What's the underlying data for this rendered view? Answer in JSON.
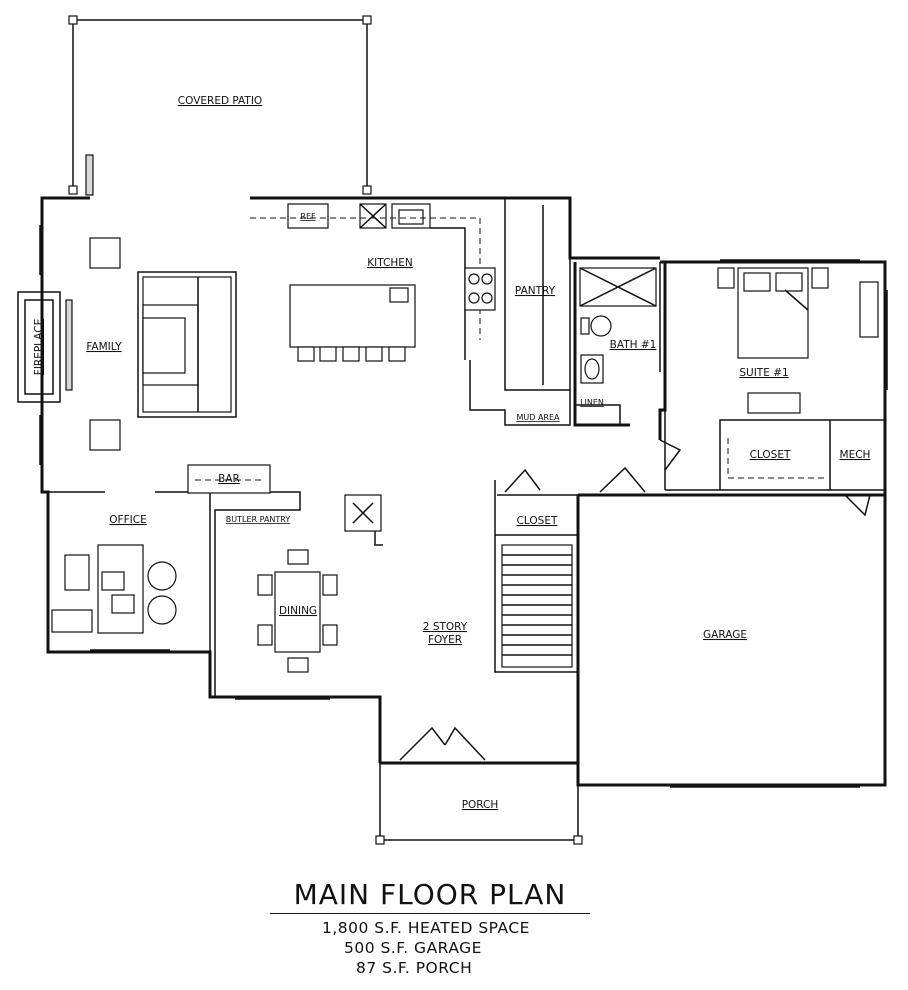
{
  "plan": {
    "title": "MAIN FLOOR PLAN",
    "stats": [
      "1,800 S.F. HEATED SPACE",
      "500 S.F. GARAGE",
      "87 S.F. PORCH"
    ]
  },
  "rooms": {
    "covered_patio": "COVERED PATIO",
    "kitchen": "KITCHEN",
    "pantry": "PANTRY",
    "ref": "REF",
    "family": "FAMILY",
    "fireplace": "FIREPLACE",
    "bath": "BATH #1",
    "suite": "SUITE #1",
    "linen": "LINEN",
    "mud_area": "MUD AREA",
    "closet_suite": "CLOSET",
    "mech": "MECH",
    "bar": "BAR",
    "office": "OFFICE",
    "butler_pantry": "BUTLER PANTRY",
    "closet_foyer": "CLOSET",
    "dining": "DINING",
    "foyer_line1": "2 STORY",
    "foyer_line2": "FOYER",
    "garage": "GARAGE",
    "porch": "PORCH"
  }
}
